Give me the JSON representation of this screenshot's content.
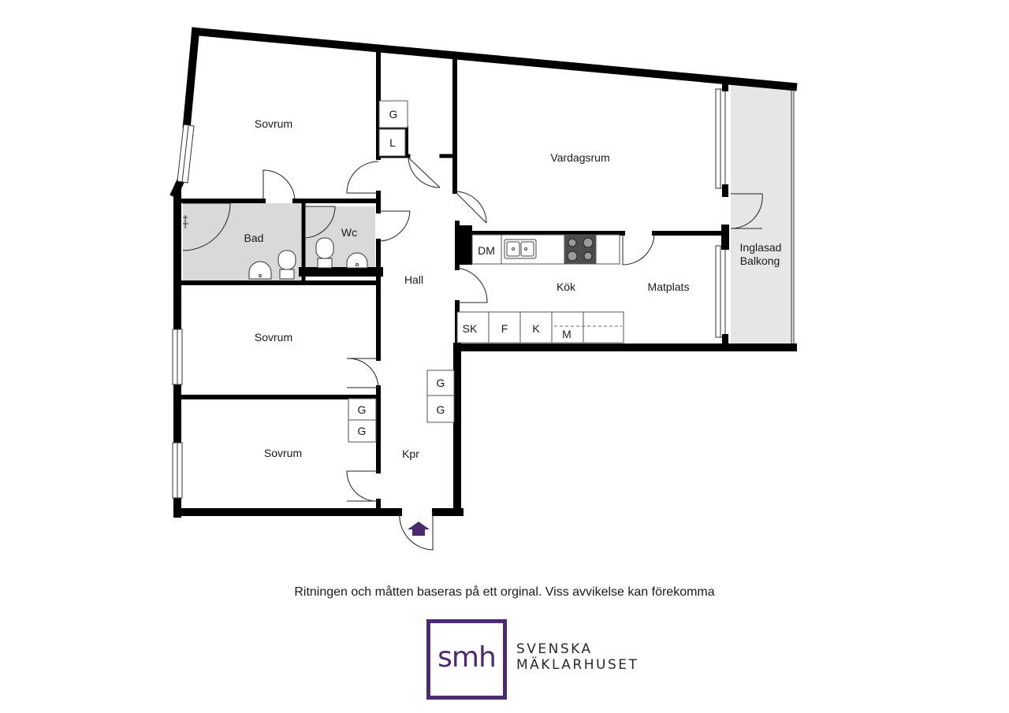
{
  "floorplan": {
    "rooms": {
      "sovrum_1": "Sovrum",
      "bad": "Bad",
      "wc": "Wc",
      "hall": "Hall",
      "sovrum_2": "Sovrum",
      "sovrum_3": "Sovrum",
      "kpr": "Kpr",
      "vardagsrum": "Vardagsrum",
      "kok": "Kök",
      "matplats": "Matplats",
      "balkong_line1": "Inglasad",
      "balkong_line2": "Balkong"
    },
    "fixtures": {
      "g": "G",
      "l": "L",
      "dm": "DM",
      "sk": "SK",
      "f": "F",
      "k": "K",
      "m": "M"
    },
    "colors": {
      "wall": "#000000",
      "wet_room": "#d9d9d9",
      "balcony": "#e6e6e6",
      "entrance_arrow": "#4b2a6e"
    }
  },
  "disclaimer": "Ritningen och måtten baseras på ett orginal. Viss avvikelse kan förekomma",
  "logo": {
    "mark": "smh",
    "name_line1": "SVENSKA",
    "name_line2": "MÄKLARHUSET",
    "color": "#4b2a6e"
  }
}
